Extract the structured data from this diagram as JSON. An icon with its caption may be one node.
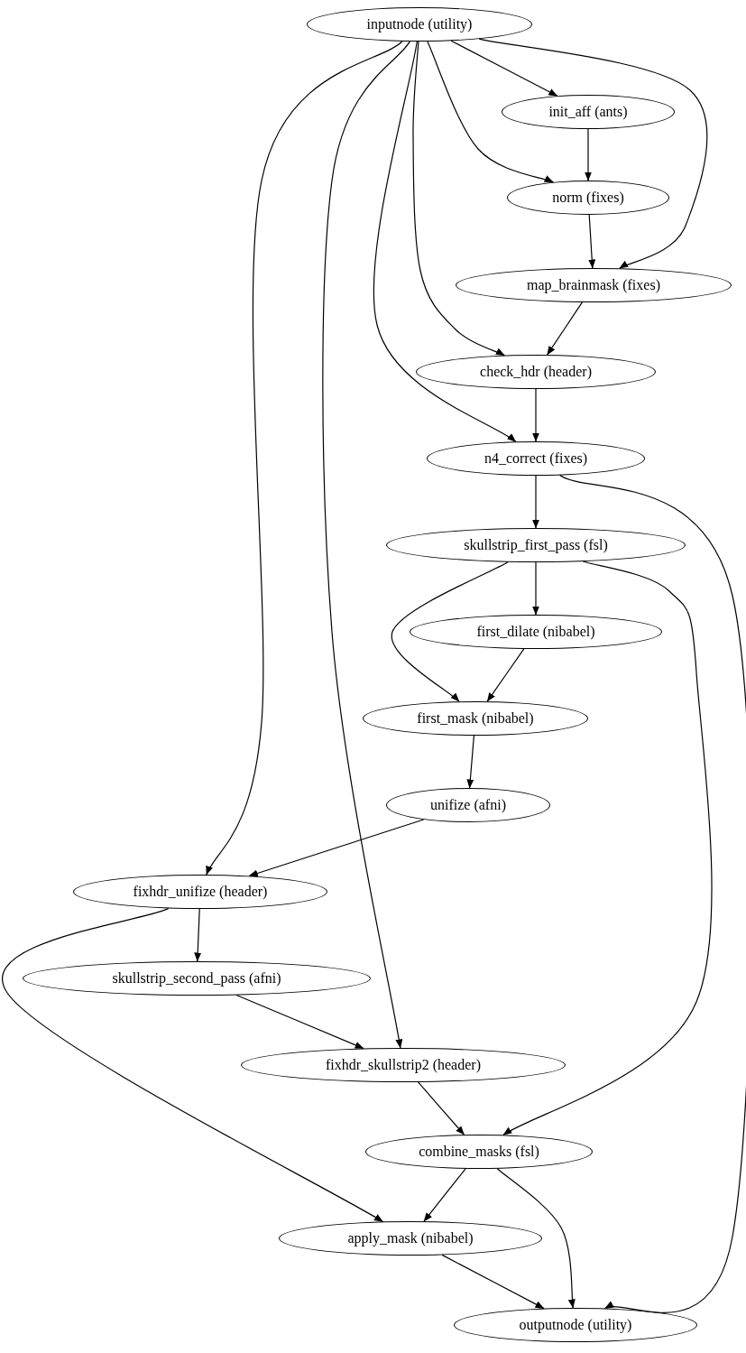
{
  "diagram": {
    "nodes": [
      {
        "text": [
          "inputnode (utility)"
        ]
      },
      {
        "text": [
          "init_aff (ants)"
        ]
      },
      {
        "text": [
          "norm (fixes)"
        ]
      },
      {
        "text": [
          "map_brainmask (fixes)"
        ]
      },
      {
        "text": [
          "check_hdr (header)"
        ]
      },
      {
        "text": [
          "n4_correct (fixes)"
        ]
      },
      {
        "text": [
          "skullstrip_first_pass (fsl)"
        ]
      },
      {
        "text": [
          "first_dilate (nibabel)"
        ]
      },
      {
        "text": [
          "first_mask (nibabel)"
        ]
      },
      {
        "text": [
          "unifize (afni)"
        ]
      },
      {
        "text": [
          "fixhdr_unifize (header)"
        ]
      },
      {
        "text": [
          "skullstrip_second_pass (afni)"
        ]
      },
      {
        "text": [
          "fixhdr_skullstrip2 (header)"
        ]
      },
      {
        "text": [
          "combine_masks (fsl)"
        ]
      },
      {
        "text": [
          "apply_mask (nibabel)"
        ]
      },
      {
        "text": [
          "outputnode (utility)"
        ]
      }
    ],
    "edges": [
      {
        "from": 0,
        "to": 1,
        "arrow": "to"
      },
      {
        "from": 0,
        "to": 2,
        "arrow": "to"
      },
      {
        "from": 0,
        "to": 3,
        "arrow": "to"
      },
      {
        "from": 0,
        "to": 4,
        "arrow": "to"
      },
      {
        "from": 0,
        "to": 5,
        "arrow": "to"
      },
      {
        "from": 0,
        "to": 10,
        "arrow": "to"
      },
      {
        "from": 0,
        "to": 12,
        "arrow": "to"
      },
      {
        "from": 1,
        "to": 2,
        "arrow": "to"
      },
      {
        "from": 2,
        "to": 3,
        "arrow": "to"
      },
      {
        "from": 3,
        "to": 4,
        "arrow": "to"
      },
      {
        "from": 4,
        "to": 5,
        "arrow": "to"
      },
      {
        "from": 5,
        "to": 6,
        "arrow": "to"
      },
      {
        "from": 5,
        "to": 15,
        "arrow": "to"
      },
      {
        "from": 6,
        "to": 7,
        "arrow": "to"
      },
      {
        "from": 6,
        "to": 8,
        "arrow": "to"
      },
      {
        "from": 6,
        "to": 13,
        "arrow": "to"
      },
      {
        "from": 7,
        "to": 8,
        "arrow": "to"
      },
      {
        "from": 8,
        "to": 9,
        "arrow": "to"
      },
      {
        "from": 9,
        "to": 10,
        "arrow": "to"
      },
      {
        "from": 10,
        "to": 11,
        "arrow": "to"
      },
      {
        "from": 10,
        "to": 14,
        "arrow": "to"
      },
      {
        "from": 11,
        "to": 12,
        "arrow": "to"
      },
      {
        "from": 12,
        "to": 13,
        "arrow": "to"
      },
      {
        "from": 13,
        "to": 14,
        "arrow": "to"
      },
      {
        "from": 13,
        "to": 15,
        "arrow": "to"
      },
      {
        "from": 14,
        "to": 15,
        "arrow": "to"
      }
    ]
  }
}
